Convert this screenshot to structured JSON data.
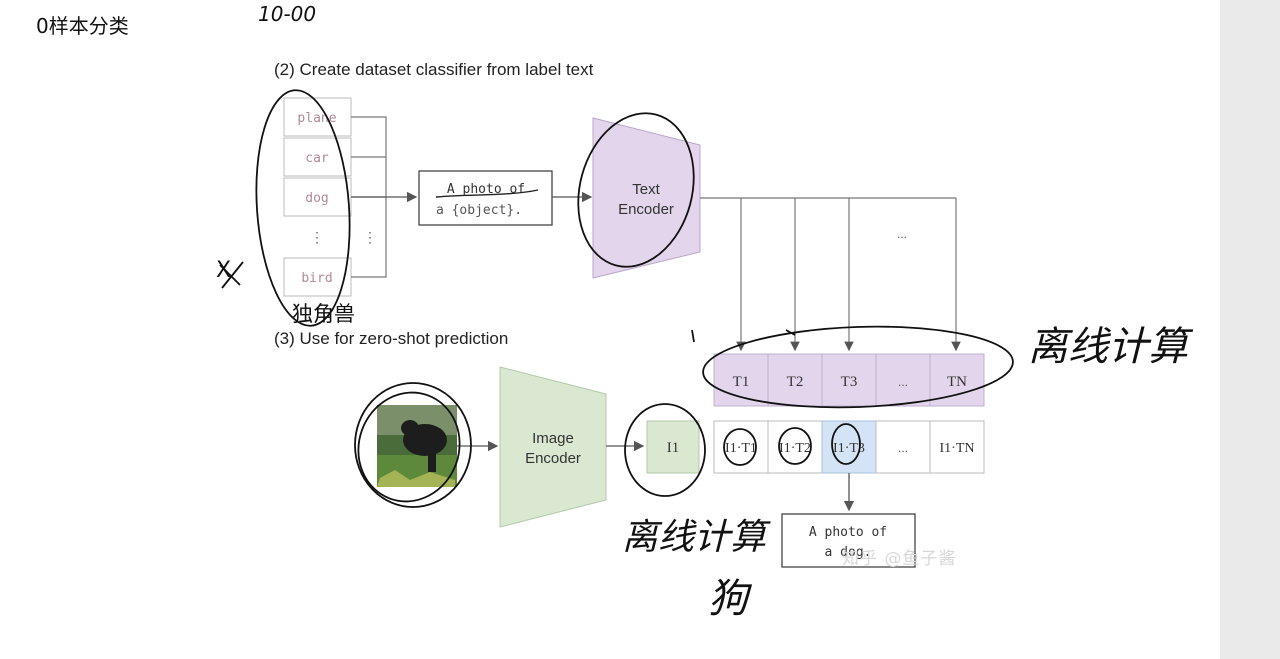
{
  "page_title": "0样本分类",
  "scribble_top": "10-00",
  "section2_title": "(2) Create dataset classifier from label text",
  "section3_title": "(3) Use for zero-shot prediction",
  "labels": [
    "plane",
    "car",
    "dog",
    "⋮",
    "bird"
  ],
  "template_line1": "A photo of",
  "template_line2": "a {object}.",
  "text_encoder_line1": "Text",
  "text_encoder_line2": "Encoder",
  "image_encoder_line1": "Image",
  "image_encoder_line2": "Encoder",
  "ellipsis": "...",
  "text_tokens": [
    "T1",
    "T2",
    "T3",
    "...",
    "TN"
  ],
  "image_token": "I1",
  "products": [
    "I1·T1",
    "I1·T2",
    "I1·T3",
    "...",
    "I1·TN"
  ],
  "result_line1": "A photo of",
  "result_line2": "a dog.",
  "handwritten_unicorn": "独角兽",
  "handwritten_note_right": "离线计算",
  "handwritten_note_bottom": "离线计算",
  "handwritten_dog": "狗",
  "handwritten_x": "X",
  "watermark": "知乎 @鱼子酱",
  "colors": {
    "text_encoder": "#e3d6ec",
    "image_encoder": "#dae8d2",
    "text_tokens": "#e3d6ec",
    "highlight": "#d4e4f6",
    "image_token": "#dae8d2"
  }
}
